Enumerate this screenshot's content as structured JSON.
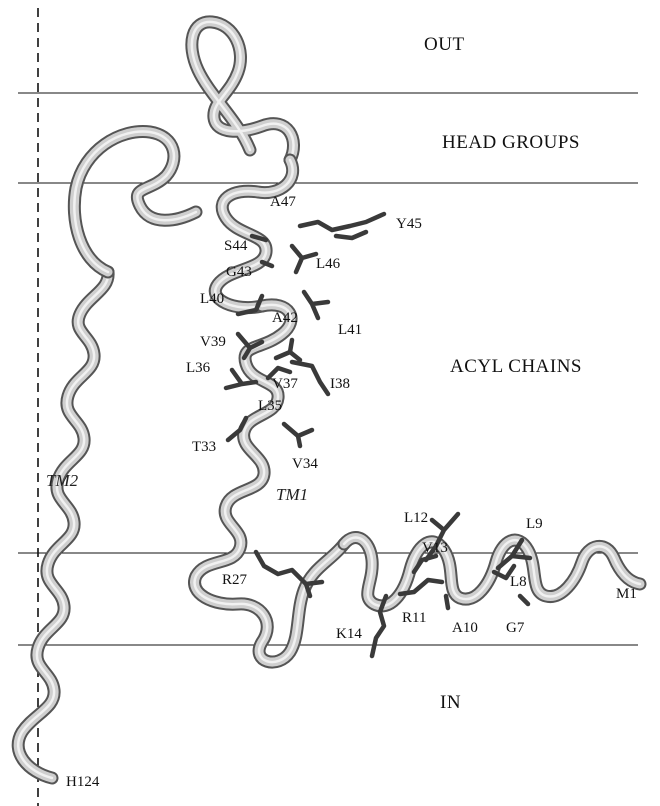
{
  "regions": {
    "out": "OUT",
    "head_groups": "HEAD GROUPS",
    "acyl_chains": "ACYL CHAINS",
    "in": "IN"
  },
  "helices": {
    "tm1": "TM1",
    "tm2": "TM2"
  },
  "residues": {
    "y45": "Y45",
    "a47": "A47",
    "s44": "S44",
    "g43": "G43",
    "l46": "L46",
    "l40": "L40",
    "a42": "A42",
    "l41": "L41",
    "v39": "V39",
    "l36": "L36",
    "v37": "V37",
    "i38": "I38",
    "l35": "L35",
    "t33": "T33",
    "v34": "V34",
    "l12": "L12",
    "l9": "L9",
    "v13": "V13",
    "r27": "R27",
    "l8": "L8",
    "m1": "M1",
    "k14": "K14",
    "r11": "R11",
    "a10": "A10",
    "g7": "G7",
    "h124": "H124"
  }
}
